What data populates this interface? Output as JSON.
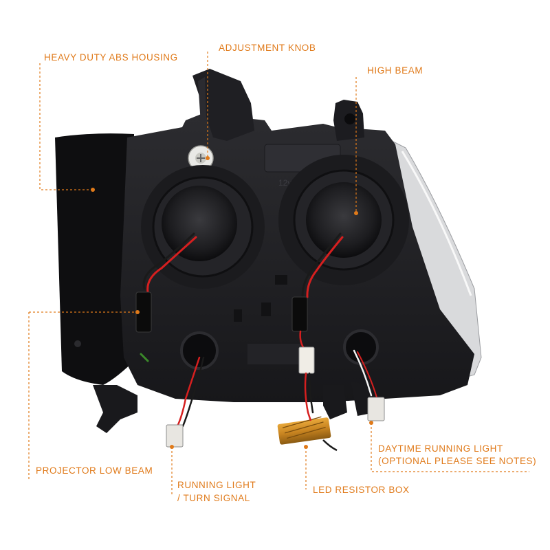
{
  "accent_color": "#e07a1a",
  "callouts": {
    "heavy_duty_abs_housing": "HEAVY DUTY ABS HOUSING",
    "adjustment_knob": "ADJUSTMENT KNOB",
    "high_beam": "HIGH  BEAM",
    "projector_low_beam": "PROJECTOR LOW BEAM",
    "running_light_line1": "RUNNING LIGHT",
    "running_light_line2": "/ TURN SIGNAL",
    "led_resistor_box": "LED RESISTOR BOX",
    "drl_line1": "DAYTIME RUNNING LIGHT",
    "drl_line2": "(OPTIONAL PLEASE SEE NOTES)"
  },
  "housing_markings": {
    "voltage": "12v"
  }
}
